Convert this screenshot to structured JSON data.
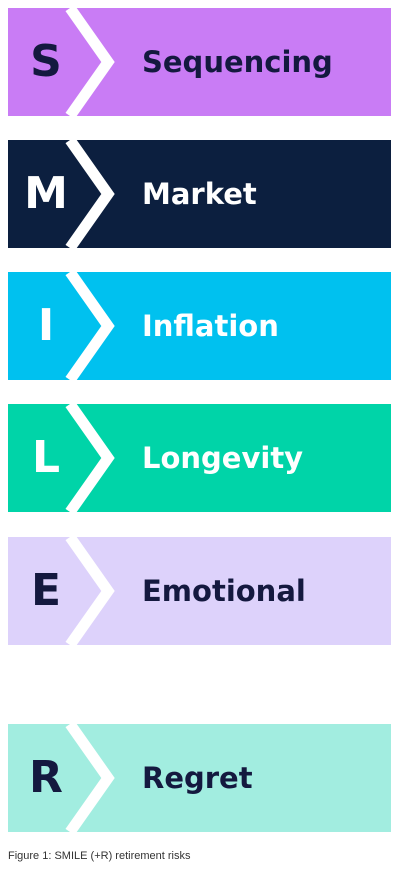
{
  "risks": [
    {
      "letter": "S",
      "word": "Sequencing",
      "bg": "#c97cf5",
      "fg": "#14193f"
    },
    {
      "letter": "M",
      "word": "Market",
      "bg": "#0c1f3f",
      "fg": "#ffffff"
    },
    {
      "letter": "I",
      "word": "Inflation",
      "bg": "#00c1ef",
      "fg": "#ffffff"
    },
    {
      "letter": "L",
      "word": "Longevity",
      "bg": "#00d4a8",
      "fg": "#ffffff"
    },
    {
      "letter": "E",
      "word": "Emotional",
      "bg": "#ddd2fb",
      "fg": "#14193f"
    },
    {
      "letter": "R",
      "word": "Regret",
      "bg": "#a2ede0",
      "fg": "#14193f"
    }
  ],
  "caption": "Figure 1: SMILE (+R) retirement risks"
}
